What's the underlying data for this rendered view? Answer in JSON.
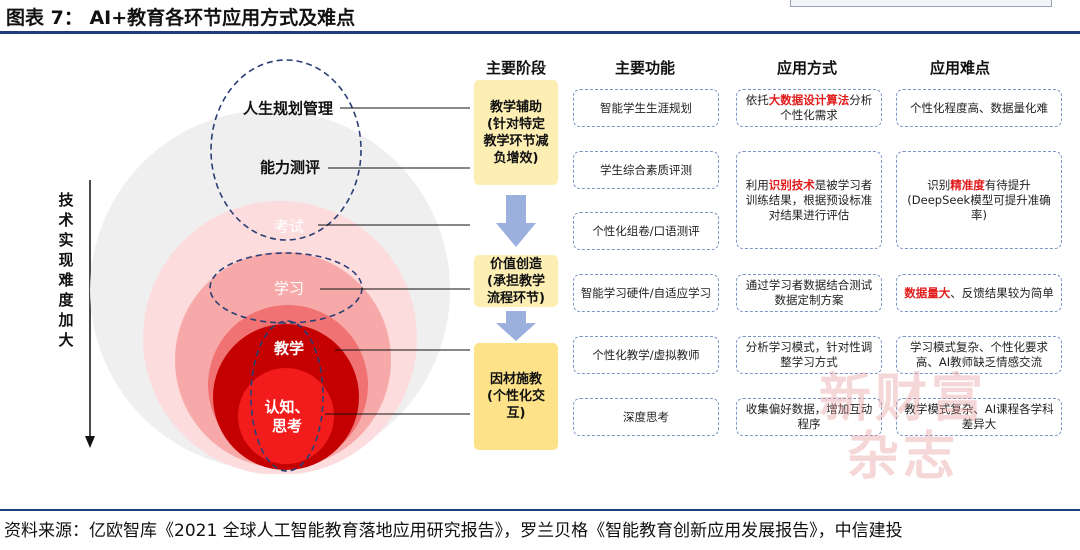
{
  "figure_title": "图表 7：  AI+教育各环节应用方式及难点",
  "source": "资料来源：亿欧智库《2021 全球人工智能教育落地应用研究报告》，罗兰贝格《智能教育创新应用发展报告》，中信建投",
  "axis_label": "技术实现难度加大",
  "ring_labels": {
    "life": "人生规划管理",
    "ability": "能力测评",
    "exam": "考试",
    "study": "学习",
    "teach": "教学",
    "cognition": "认知、\n思考"
  },
  "columns": {
    "stage": "主要阶段",
    "function": "主要功能",
    "method": "应用方式",
    "difficulty": "应用难点"
  },
  "stages": [
    "教学辅助\n(针对特定\n教学环节减\n负增效)",
    "价值创造\n(承担教学\n流程环节)",
    "因材施教\n(个性化交\n互)"
  ],
  "functions": [
    "智能学生生涯规划",
    "学生综合素质评测",
    "个性化组卷/口语测评",
    "智能学习硬件/自适应学习",
    "个性化教学/虚拟教师",
    "深度思考"
  ],
  "methods": [
    {
      "pre": "依托",
      "hl": "大数据设计算法",
      "post": "分析个性化需求"
    },
    {
      "pre": "利用",
      "hl": "识别技术",
      "post": "是被学习者训练结果，根据预设标准对结果进行评估"
    },
    {
      "pre": "",
      "hl": "",
      "post": "通过学习者数据结合测试数据定制方案"
    },
    {
      "pre": "",
      "hl": "",
      "post": "分析学习模式，针对性调整学习方式"
    },
    {
      "pre": "",
      "hl": "",
      "post": "收集偏好数据，增加互动程序"
    }
  ],
  "difficulties": [
    {
      "pre": "",
      "hl": "",
      "post": "个性化程度高、数据量化难"
    },
    {
      "pre": "识别",
      "hl": "精准度",
      "post": "有待提升 (DeepSeek模型可提升准确率)"
    },
    {
      "pre": "",
      "hl": "数据量大",
      "post": "、反馈结果较为简单"
    },
    {
      "pre": "",
      "hl": "",
      "post": "学习模式复杂、个性化要求高、AI教师缺乏情感交流"
    },
    {
      "pre": "",
      "hl": "",
      "post": "教学模式复杂、AI课程各学科差异大"
    }
  ],
  "watermark": "新财富\n杂志",
  "colors": {
    "accent_navy": "#1f3d7a",
    "highlight_red": "#e21b1b",
    "stage_yellow": "#fdeeb4",
    "arrow_blue": "#9bb0dd",
    "dashed_border": "#7b95c7"
  }
}
